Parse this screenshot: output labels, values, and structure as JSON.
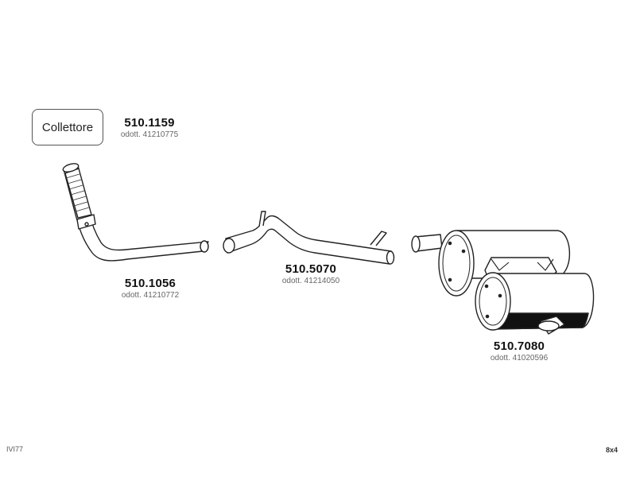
{
  "label_box": {
    "text": "Collettore"
  },
  "parts": [
    {
      "code": "510.1159",
      "oe": "odott. 41210775"
    },
    {
      "code": "510.1056",
      "oe": "odott. 41210772"
    },
    {
      "code": "510.5070",
      "oe": "odott. 41214050"
    },
    {
      "code": "510.7080",
      "oe": "odott. 41020596"
    }
  ],
  "footer": {
    "left": "IVI77",
    "right": "8x4"
  },
  "colors": {
    "line": "#222222",
    "fill": "#ffffff",
    "shadow": "#111111"
  },
  "icons": [
    "flex-pipe-icon",
    "intermediate-pipe-icon",
    "twin-silencer-icon"
  ]
}
